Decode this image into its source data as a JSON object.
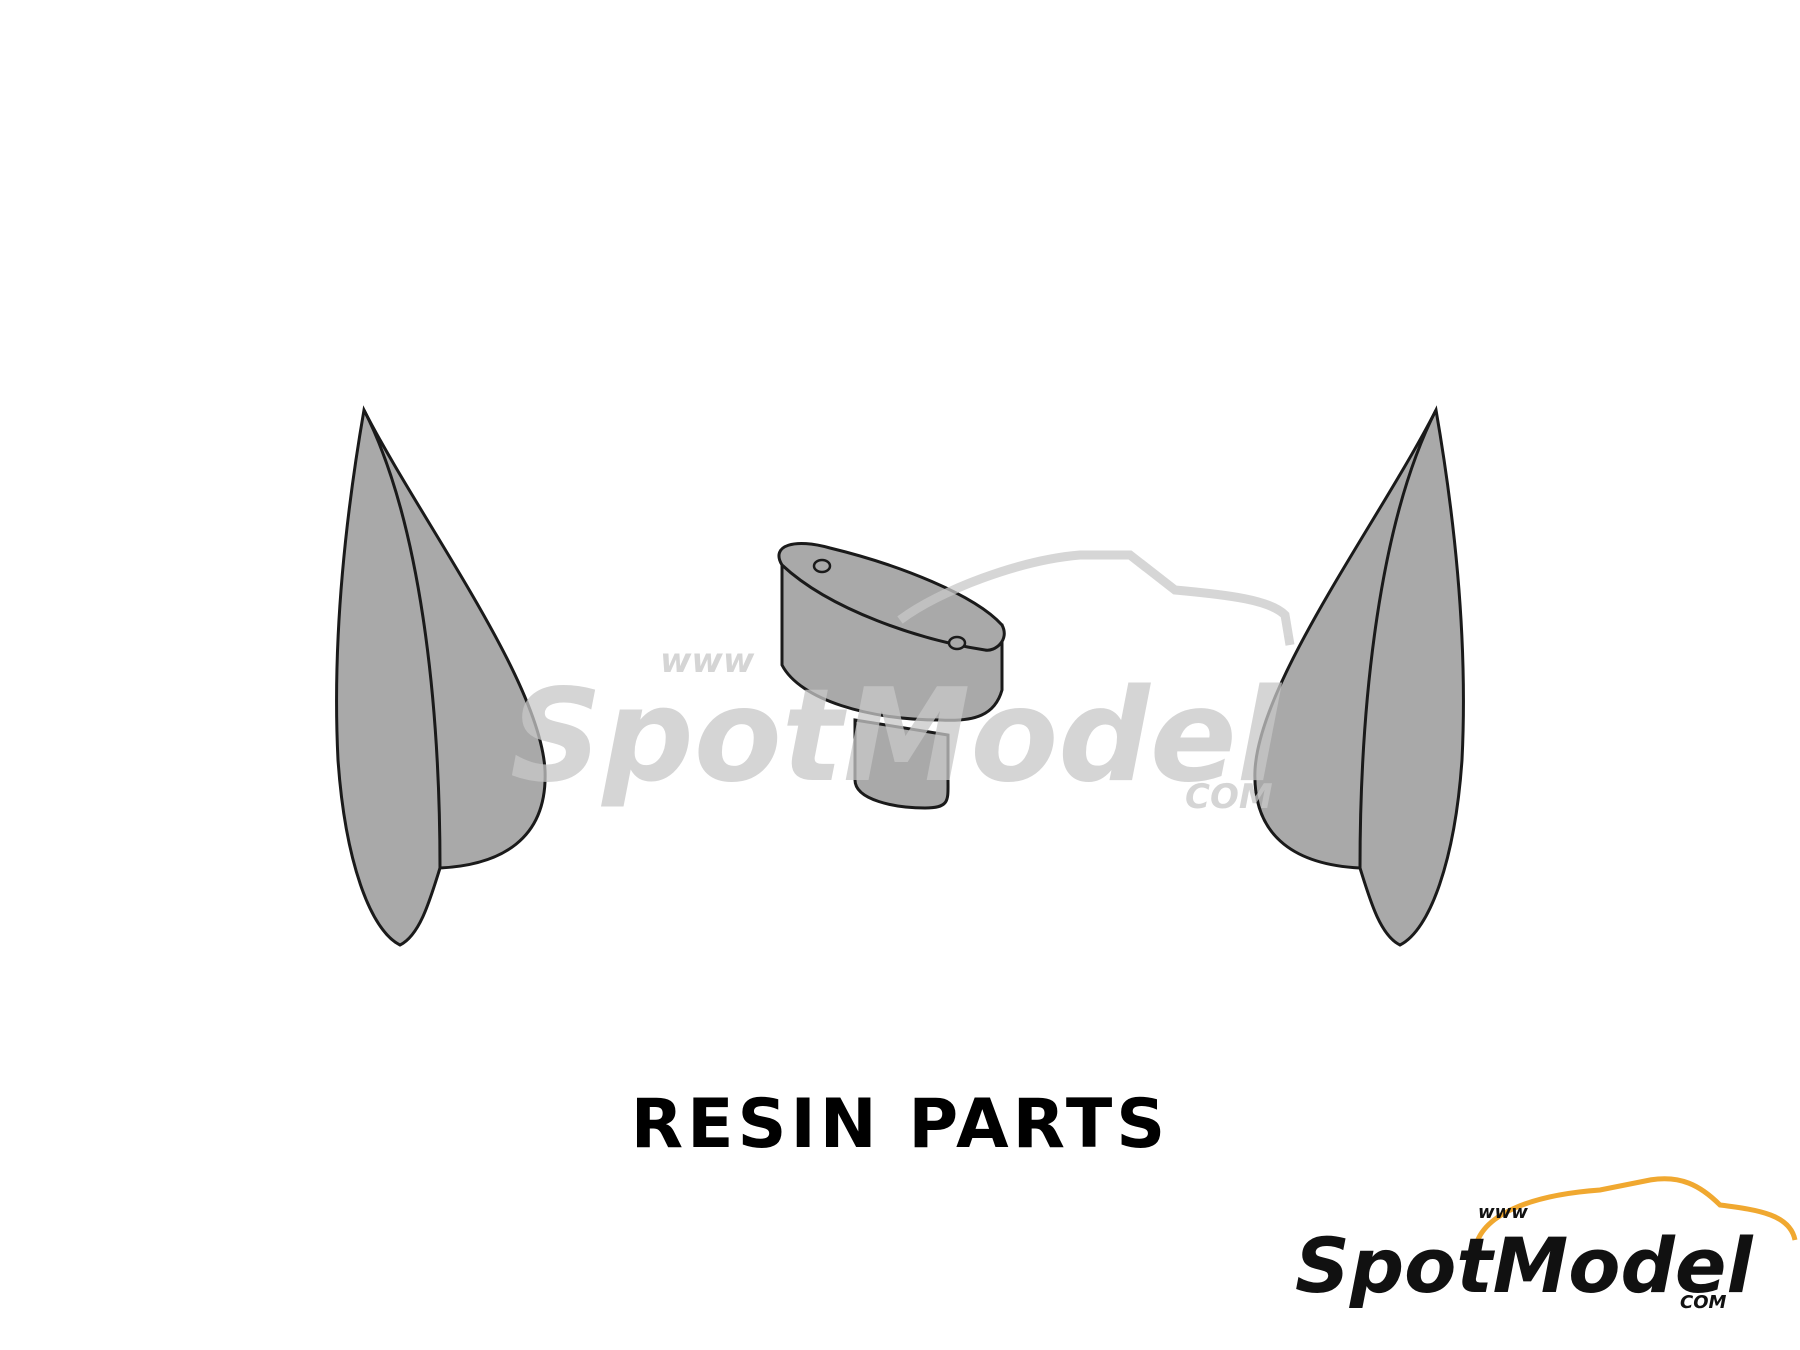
{
  "caption": "RESIN PARTS",
  "watermark": {
    "prefix": "www",
    "brand": "SpotModel",
    "suffix": "COM"
  },
  "logo": {
    "prefix": "www",
    "brand": "SpotModel",
    "suffix": "COM"
  },
  "colors": {
    "part_fill": "#a9a9a9",
    "outline": "#1a1a1a",
    "watermark": "#d4d4d4",
    "logo_car": "#f0a830",
    "logo_text": "#111111"
  }
}
